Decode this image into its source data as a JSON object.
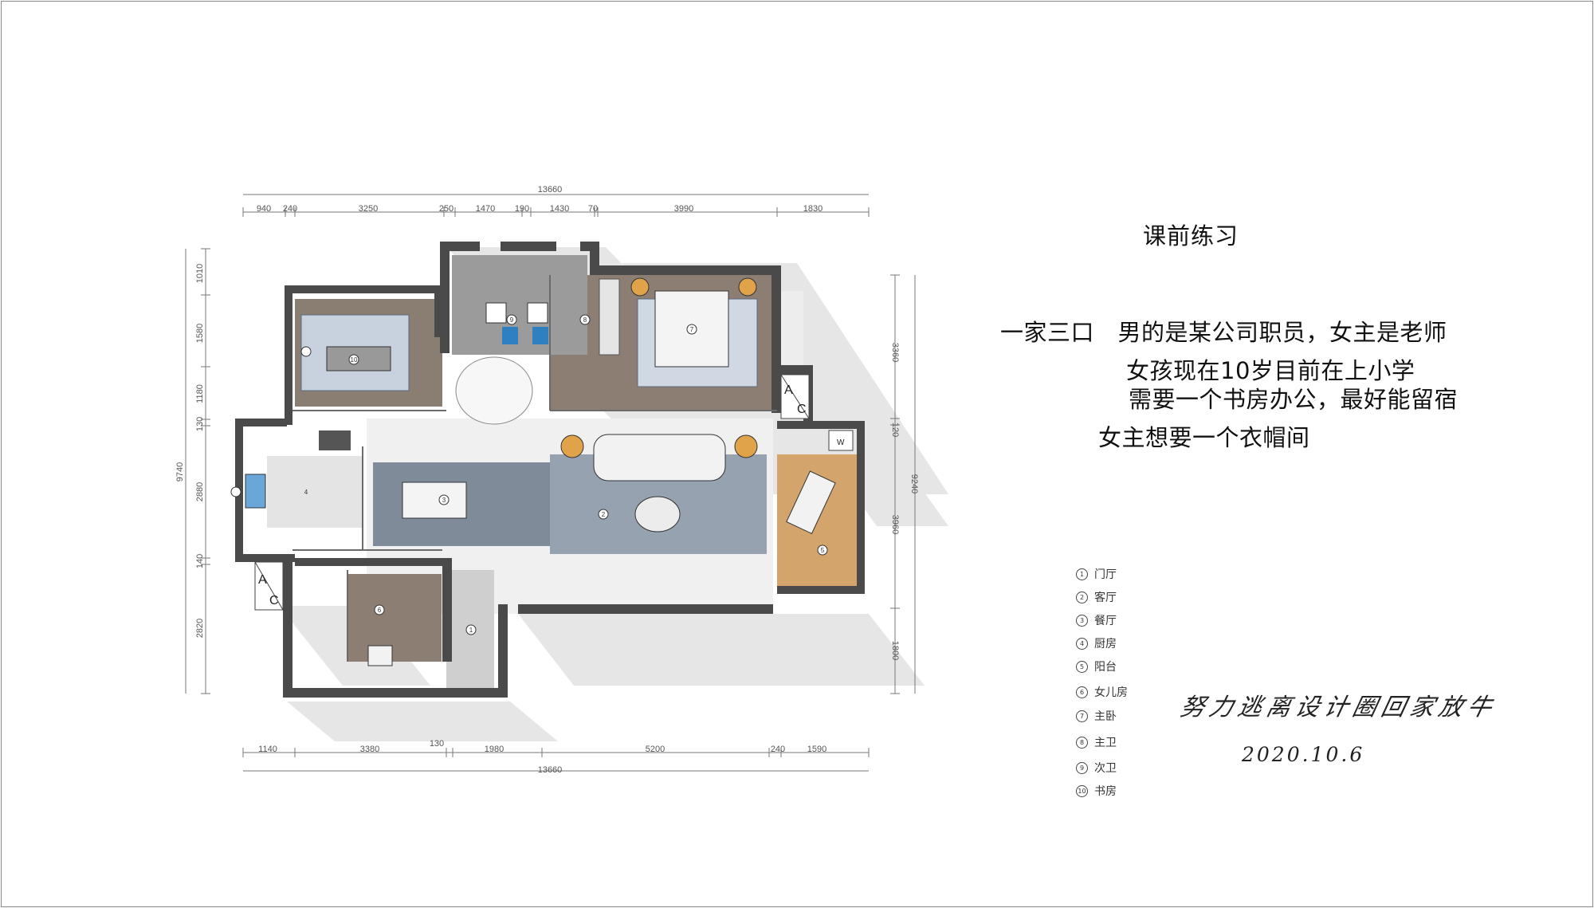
{
  "title": "课前练习",
  "brief": [
    "一家三口　男的是某公司职员，女主是老师",
    "女孩现在10岁目前在上小学",
    "需要一个书房办公，最好能留宿",
    "女主想要一个衣帽间"
  ],
  "legend": [
    {
      "num": "1",
      "label": "门厅"
    },
    {
      "num": "2",
      "label": "客厅"
    },
    {
      "num": "3",
      "label": "餐厅"
    },
    {
      "num": "4",
      "label": "厨房"
    },
    {
      "num": "5",
      "label": "阳台"
    },
    {
      "num": "6",
      "label": "女儿房"
    },
    {
      "num": "7",
      "label": "主卧"
    },
    {
      "num": "8",
      "label": "主卫"
    },
    {
      "num": "9",
      "label": "次卫"
    },
    {
      "num": "10",
      "label": "书房"
    }
  ],
  "signature": "努力逃离设计圈回家放牛",
  "date": "2020.10.6",
  "dimensions": {
    "top_total": "13660",
    "top_segments": [
      "940",
      "240",
      "3250",
      "250",
      "1470",
      "190",
      "1430",
      "70",
      "3990",
      "1830"
    ],
    "bottom_total": "13660",
    "bottom_segments": [
      "1140",
      "3380",
      "130",
      "1980",
      "5200",
      "240",
      "1590"
    ],
    "left_total": "9740",
    "left_segments": [
      "1010",
      "1580",
      "1180",
      "130",
      "2880",
      "140",
      "2820"
    ],
    "right_total": "9240",
    "right_segments": [
      "3360",
      "120",
      "3960",
      "1800"
    ]
  },
  "room_numbers": [
    "1",
    "2",
    "3",
    "4",
    "5",
    "6",
    "7",
    "8",
    "9",
    "10"
  ],
  "ac_labels": [
    "A",
    "C",
    "A",
    "C"
  ],
  "washer_label": "W",
  "colors": {
    "wall": "#4a4a4a",
    "wood": "#8e7d70",
    "carpet": "#9aa6b4",
    "balcony_wood": "#d6a66e",
    "tile": "#9a9a9a",
    "shadow": "#e5e5e5"
  }
}
